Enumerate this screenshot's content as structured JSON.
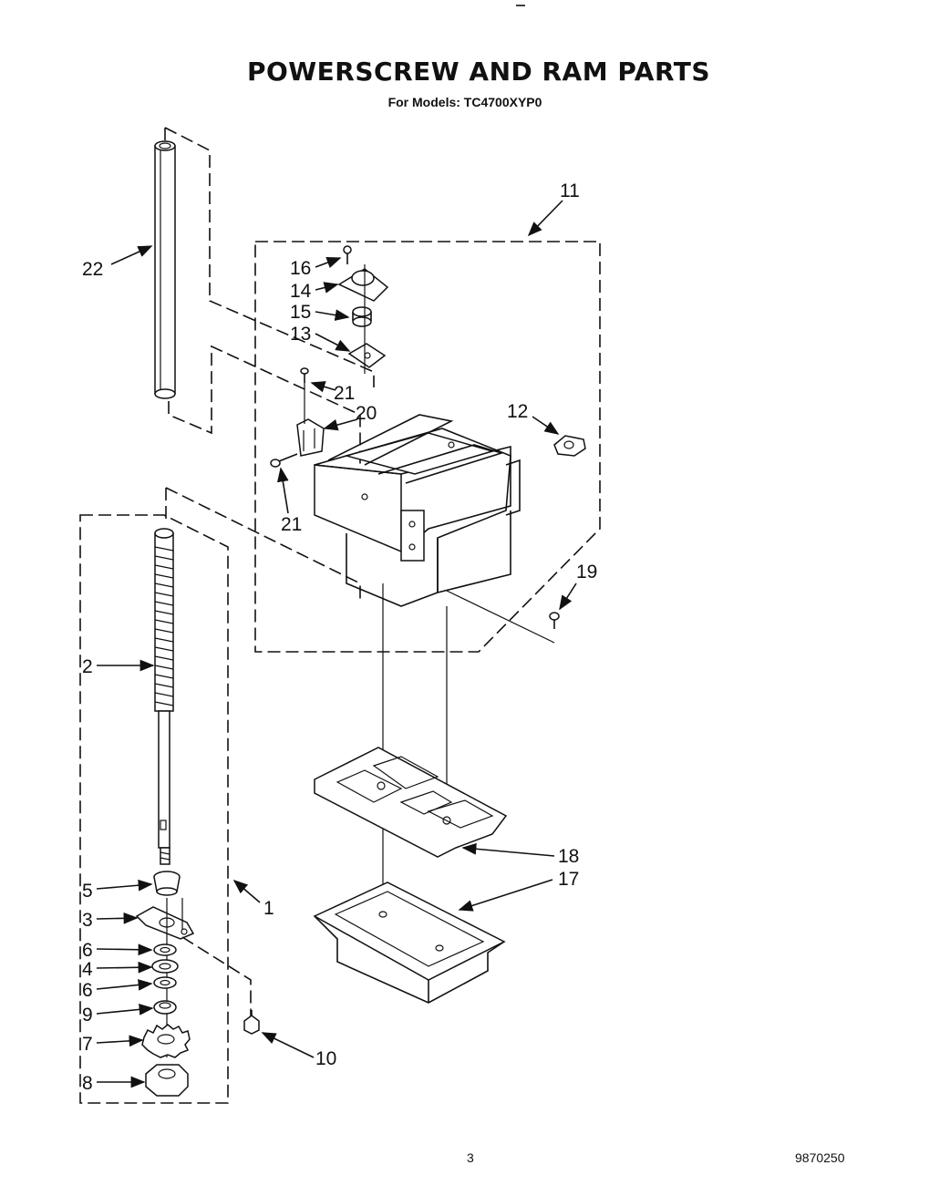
{
  "title": "POWERSCREW AND RAM PARTS",
  "subtitle": "For Models:  TC4700XYP0",
  "footer": {
    "page": "3",
    "doc_number": "9870250"
  },
  "callouts": {
    "c1": "1",
    "c2": "2",
    "c3": "3",
    "c4": "4",
    "c5": "5",
    "c6a": "6",
    "c6b": "6",
    "c7": "7",
    "c8": "8",
    "c9": "9",
    "c10": "10",
    "c11": "11",
    "c12": "12",
    "c13": "13",
    "c14": "14",
    "c15": "15",
    "c16": "16",
    "c17": "17",
    "c18": "18",
    "c19": "19",
    "c20": "20",
    "c21a": "21",
    "c21b": "21",
    "c22": "22"
  }
}
